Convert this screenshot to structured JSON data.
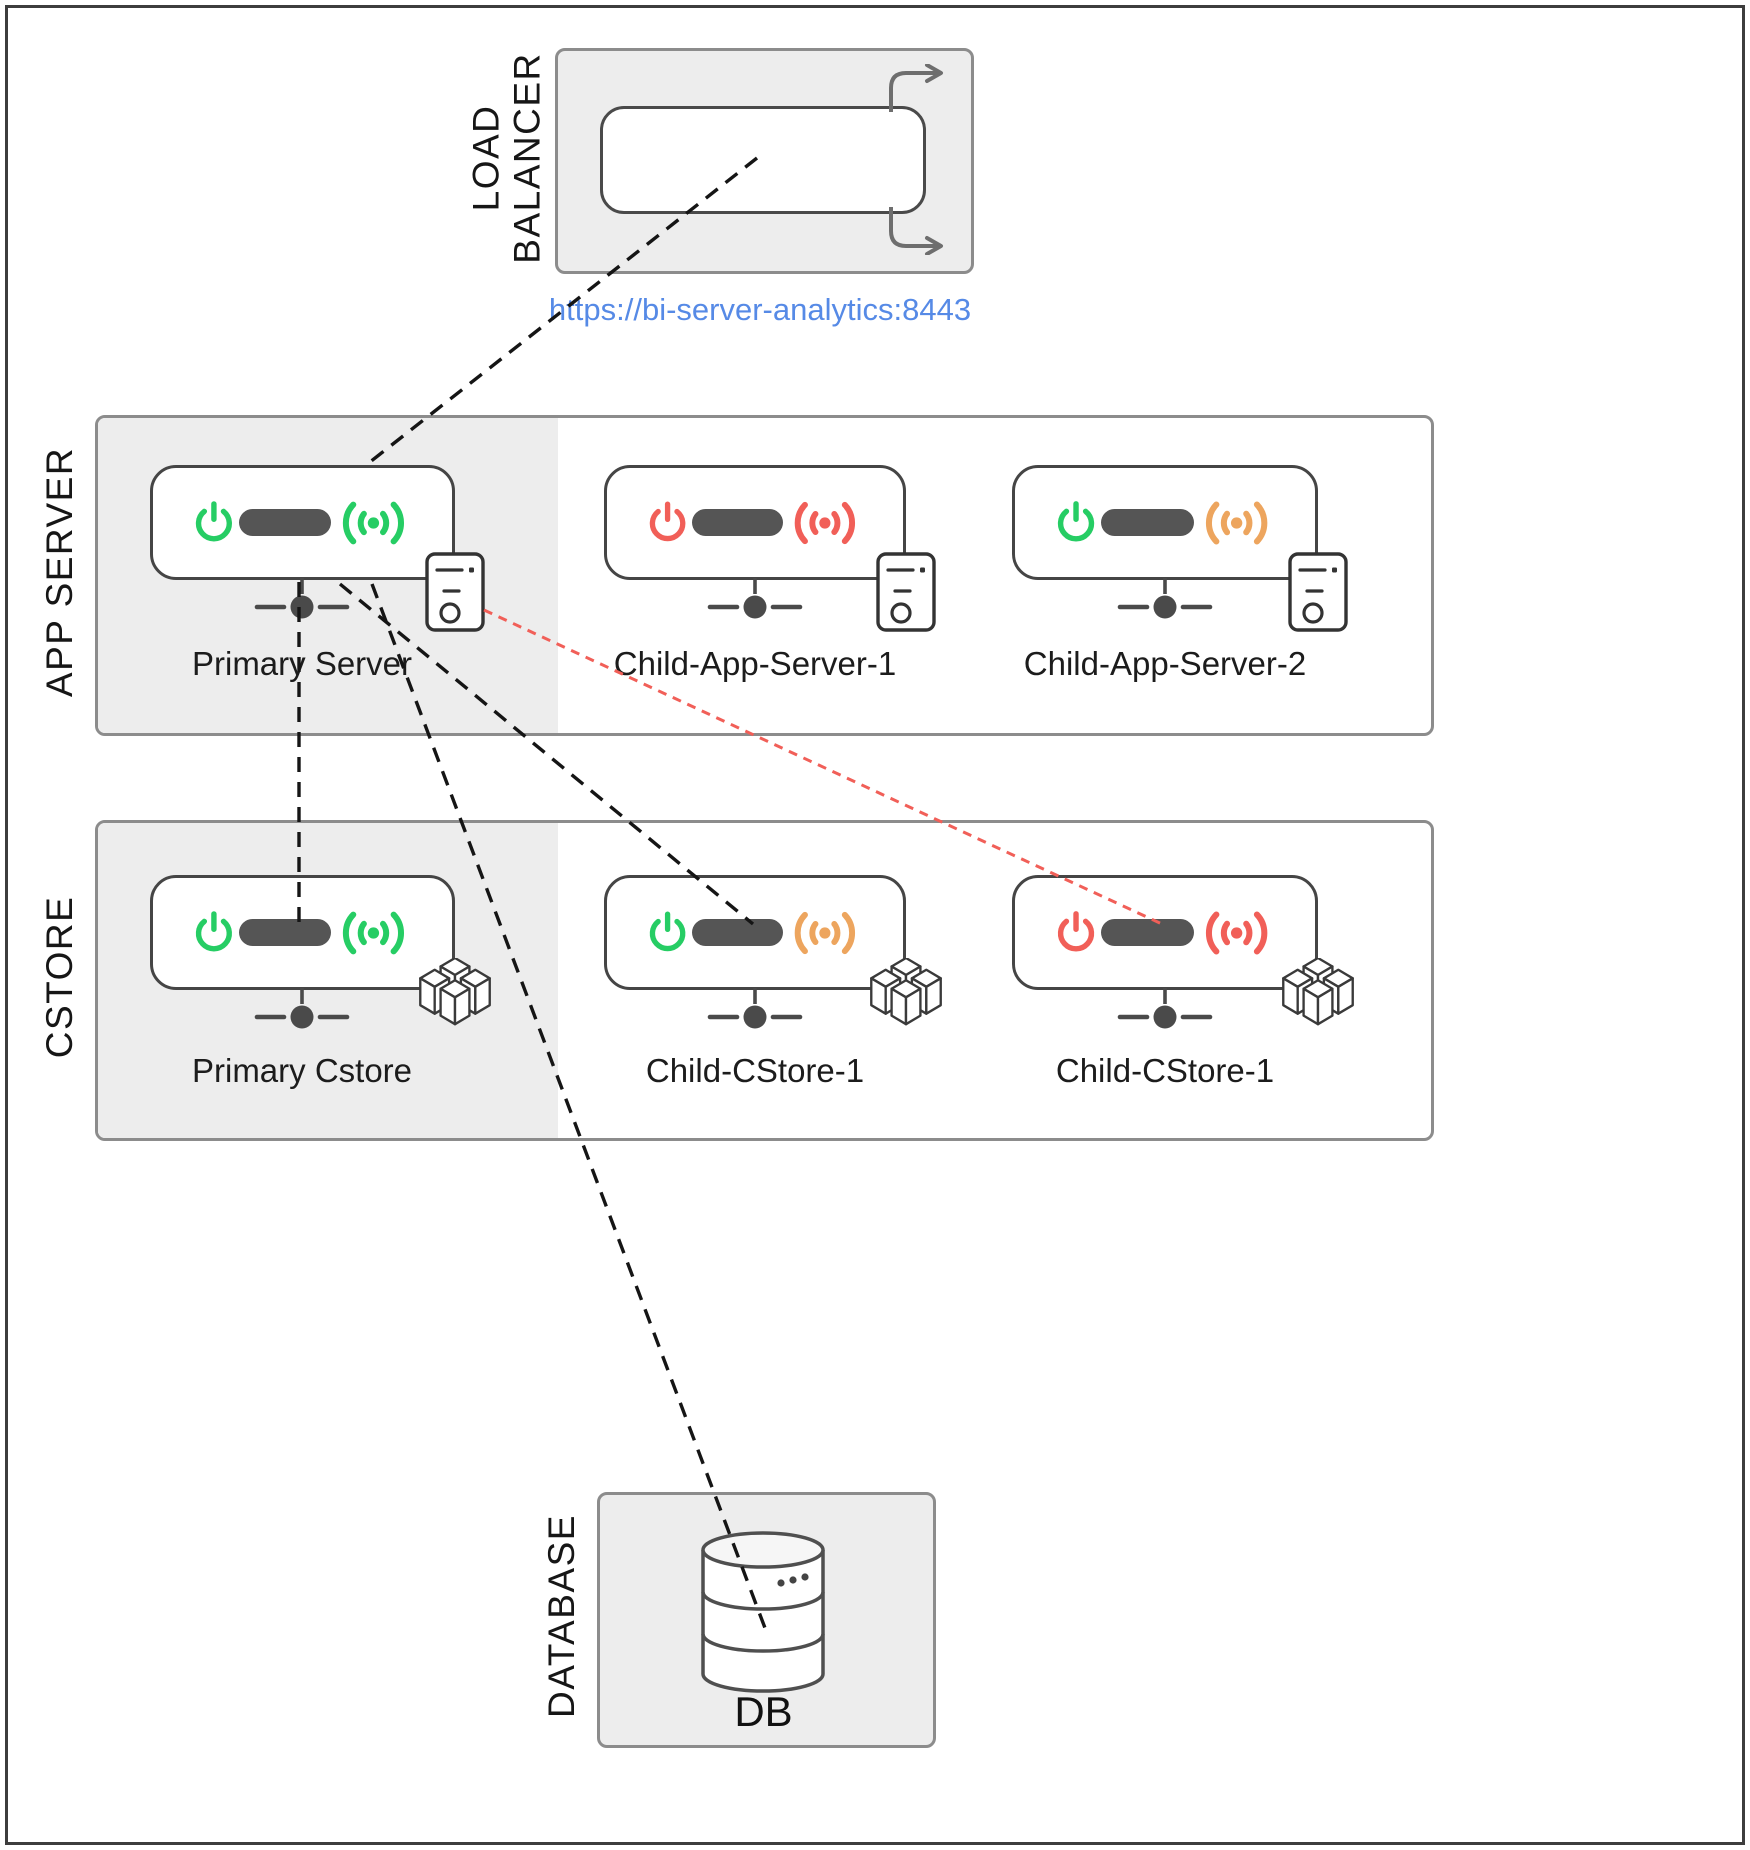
{
  "colors": {
    "green": "#26cd64",
    "red": "#f15f58",
    "orange": "#eda55e",
    "dot_orange": "#f29b57",
    "url_blue": "#568ae6",
    "line_black": "#151515",
    "line_red": "#f15f58"
  },
  "load_balancer": {
    "label": "LOAD\nBALANCER"
  },
  "url": {
    "text": "https://bi-server-analytics:8443"
  },
  "app_server": {
    "label": "APP SERVER",
    "nodes": [
      {
        "name": "Primary Server",
        "power": "green",
        "signal": "green"
      },
      {
        "name": "Child-App-Server-1",
        "power": "red",
        "signal": "red"
      },
      {
        "name": "Child-App-Server-2",
        "power": "green",
        "signal": "orange"
      }
    ]
  },
  "cstore": {
    "label": "CSTORE",
    "nodes": [
      {
        "name": "Primary Cstore",
        "power": "green",
        "signal": "green"
      },
      {
        "name": "Child-CStore-1",
        "power": "green",
        "signal": "orange"
      },
      {
        "name": "Child-CStore-1",
        "power": "red",
        "signal": "red"
      }
    ]
  },
  "database": {
    "label": "DATABASE",
    "db_label": "DB"
  }
}
